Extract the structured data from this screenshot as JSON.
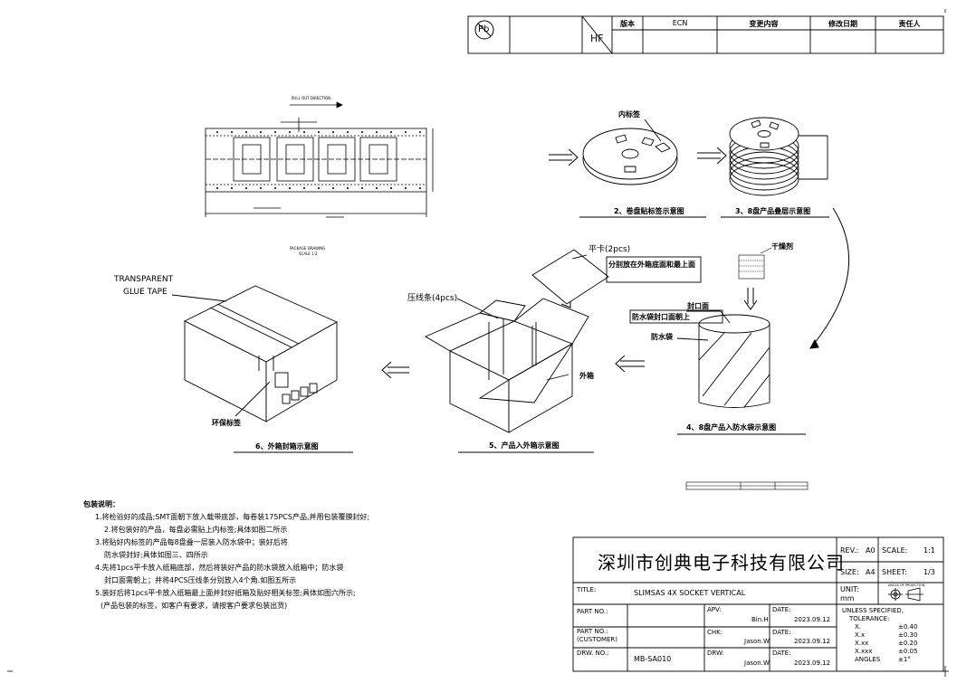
{
  "revision_table": {
    "pb_mark": "Pb",
    "hf_mark": "HF",
    "headers": [
      "版本",
      "ECN",
      "变更内容",
      "修改日期",
      "责任人"
    ]
  },
  "steps": {
    "step2_inner_label": "内标签",
    "step2_caption": "2、卷盘贴标签示意图",
    "step3_caption": "3、8盘产品叠层示意图",
    "desiccant_label": "干燥剂",
    "seal_label": "封口面",
    "seal_note": "防水袋封口面朝上",
    "waterproof_bag_label": "防水袋",
    "step4_caption": "4、8盘产品入防水袋示意图",
    "flat_card_label": "平卡(2pcs)",
    "flat_card_note": "分别放在外箱底面和最上面",
    "pressing_strip_label": "压线条(4pcs)",
    "outer_box_label": "外箱",
    "step5_caption": "5、产品入外箱示意图",
    "tape_label_line1": "TRANSPARENT",
    "tape_label_line2": "GLUE TAPE",
    "eco_label": "环保标签",
    "step6_caption": "6、外箱封箱示意图"
  },
  "notes": {
    "title": "包装说明：",
    "lines": [
      "1.将检验好的成品;SMT面朝下放入载带底部，每卷装175PCS产品,并用包装覆膜封好;",
      "2.将包装好的产品，每盘必需贴上内标签;具体如图二所示",
      "3.将贴好内标签的产品每8盘叠一层装入防水袋中；装好后将",
      "防水袋封好;具体如图三、四所示",
      "4.先将1pcs平卡放入纸箱底部，然后将装好产品的防水袋放入纸箱中；防水袋",
      "封口面需朝上；并将4PCS压线条分别放入4个角.如图五所示",
      "5.装好后将1pcs平卡放入纸箱最上面并封好纸箱及贴好相关标签;具体如图六所示;",
      "(产品包装的标签，如客户有要求，请按客户要求包装出货)"
    ]
  },
  "title_block": {
    "company": "深圳市创典电子科技有限公司",
    "rev_label": "REV.:",
    "rev_value": "A0",
    "scale_label": "SCALE:",
    "scale_value": "1:1",
    "size_label": "SIZE:",
    "size_value": "A4",
    "sheet_label": "SHEET:",
    "sheet_value": "1/3",
    "unit_label": "UNIT:",
    "unit_value": "mm",
    "projection_label": "ANGLE OF PROJECTION",
    "title_label": "TITLE:",
    "title_value": "SLIMSAS 4X SOCKET VERTICAL",
    "part_no_label": "PART NO.:",
    "part_no_customer_label": "PART NO.:",
    "customer_label": "(CUSTOMER)",
    "drw_no_label": "DRW. NO.:",
    "drw_no_value": "MB-SA010",
    "apv_label": "APV:",
    "apv_value": "Bin.H",
    "chk_label": "CHK:",
    "chk_value": "Jason.W",
    "drw_label": "DRW:",
    "drw_value": "Jason.W",
    "date_label": "DATE:",
    "date_value": "2023.09.12",
    "tolerance_title": "UNLESS SPECIFIED,",
    "tolerance_sub": "TOLERANCE:",
    "tolerances": [
      {
        "k": "X.",
        "v": "±0.40"
      },
      {
        "k": "X.x",
        "v": "±0.30"
      },
      {
        "k": "X.xx",
        "v": "±0.20"
      },
      {
        "k": "X.xxx",
        "v": "±0.05"
      },
      {
        "k": "ANGLES",
        "v": "±1°"
      }
    ]
  }
}
